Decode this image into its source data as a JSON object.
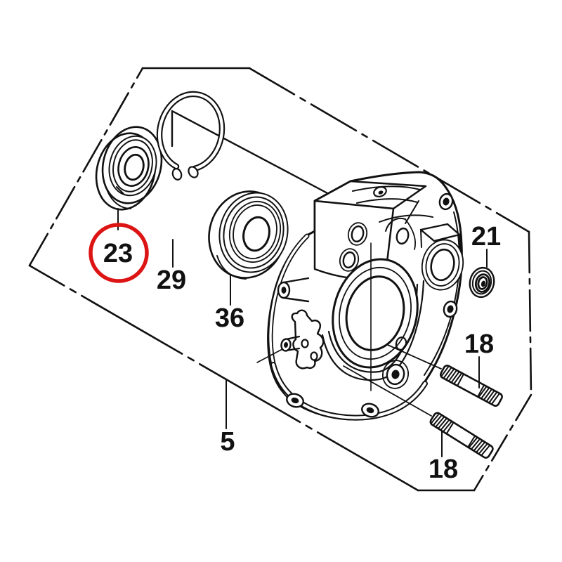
{
  "diagram": {
    "type": "exploded-parts-diagram",
    "background": "#ffffff",
    "line_color": "#111111"
  },
  "highlight": {
    "color": "#dd1414",
    "label": "23"
  },
  "callouts": {
    "c23": "23",
    "c29": "29",
    "c36": "36",
    "c5": "5",
    "c21": "21",
    "c18_upper": "18",
    "c18_lower": "18"
  }
}
